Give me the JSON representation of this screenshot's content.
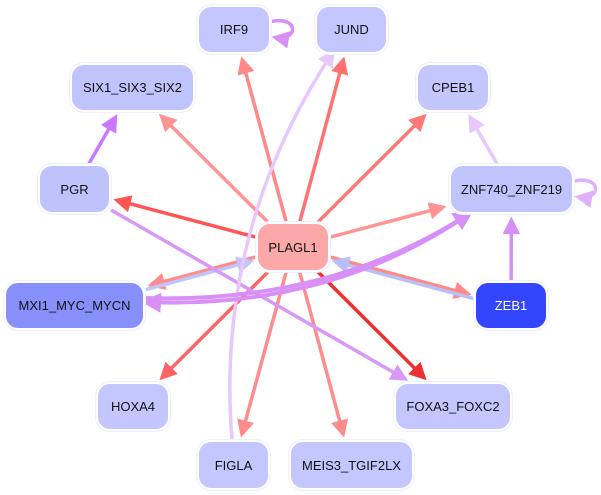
{
  "nodes": [
    {
      "id": "IRF9",
      "label": "IRF9",
      "color": "#c3c7fd",
      "text": "#111111"
    },
    {
      "id": "JUND",
      "label": "JUND",
      "color": "#c3c7fd",
      "text": "#111111"
    },
    {
      "id": "SIX1",
      "label": "SIX1_SIX3_SIX2",
      "color": "#c0c4fd",
      "text": "#111111"
    },
    {
      "id": "CPEB1",
      "label": "CPEB1",
      "color": "#c3c7fd",
      "text": "#111111"
    },
    {
      "id": "PGR",
      "label": "PGR",
      "color": "#bfc3fc",
      "text": "#111111"
    },
    {
      "id": "ZNF740",
      "label": "ZNF740_ZNF219",
      "color": "#c0c4fd",
      "text": "#111111"
    },
    {
      "id": "PLAGL1",
      "label": "PLAGL1",
      "color": "#fca8a8",
      "text": "#111111"
    },
    {
      "id": "MXI1",
      "label": "MXI1_MYC_MYCN",
      "color": "#8790fa",
      "text": "#111111"
    },
    {
      "id": "ZEB1",
      "label": "ZEB1",
      "color": "#3346fd",
      "text": "#ffffff"
    },
    {
      "id": "HOXA4",
      "label": "HOXA4",
      "color": "#c3c7fd",
      "text": "#111111"
    },
    {
      "id": "FOXA3",
      "label": "FOXA3_FOXC2",
      "color": "#c3c7fd",
      "text": "#111111"
    },
    {
      "id": "FIGLA",
      "label": "FIGLA",
      "color": "#c3c7fd",
      "text": "#111111"
    },
    {
      "id": "MEIS3",
      "label": "MEIS3_TGIF2LX",
      "color": "#c3c7fd",
      "text": "#111111"
    }
  ],
  "edges": [
    {
      "source": "PLAGL1",
      "target": "IRF9",
      "color": "#ff8888"
    },
    {
      "source": "PLAGL1",
      "target": "JUND",
      "color": "#ff7272"
    },
    {
      "source": "PLAGL1",
      "target": "SIX1",
      "color": "#ff9494"
    },
    {
      "source": "PLAGL1",
      "target": "CPEB1",
      "color": "#ff7878"
    },
    {
      "source": "PLAGL1",
      "target": "PGR",
      "color": "#ff5555"
    },
    {
      "source": "PLAGL1",
      "target": "ZNF740",
      "color": "#ff9494"
    },
    {
      "source": "PLAGL1",
      "target": "MXI1",
      "color": "#ff8c8c"
    },
    {
      "source": "PLAGL1",
      "target": "ZEB1",
      "color": "#ff8888"
    },
    {
      "source": "PLAGL1",
      "target": "HOXA4",
      "color": "#ff6464"
    },
    {
      "source": "PLAGL1",
      "target": "FIGLA",
      "color": "#ff8c8c"
    },
    {
      "source": "PLAGL1",
      "target": "MEIS3",
      "color": "#ff8c8c"
    },
    {
      "source": "PLAGL1",
      "target": "FOXA3",
      "color": "#ee3030"
    },
    {
      "source": "ZEB1",
      "target": "PLAGL1",
      "color": "#b8c0fa"
    },
    {
      "source": "MXI1",
      "target": "PLAGL1",
      "color": "#c0c6fa"
    },
    {
      "source": "PGR",
      "target": "SIX1",
      "color": "#cc77ff"
    },
    {
      "source": "PGR",
      "target": "FOXA3",
      "color": "#d898f8"
    },
    {
      "source": "ZEB1",
      "target": "ZNF740",
      "color": "#d68ef8"
    },
    {
      "source": "ZNF740",
      "target": "CPEB1",
      "color": "#e8c8fc"
    },
    {
      "source": "FIGLA",
      "target": "JUND",
      "color": "#e8c8fc"
    },
    {
      "source": "ZNF740",
      "target": "MXI1",
      "color": "#d890f8"
    },
    {
      "source": "MXI1",
      "target": "ZNF740",
      "color": "#d890f8"
    },
    {
      "source": "IRF9",
      "target": "IRF9",
      "color": "#d890f8"
    },
    {
      "source": "ZNF740",
      "target": "ZNF740",
      "color": "#e0b0fa"
    }
  ]
}
